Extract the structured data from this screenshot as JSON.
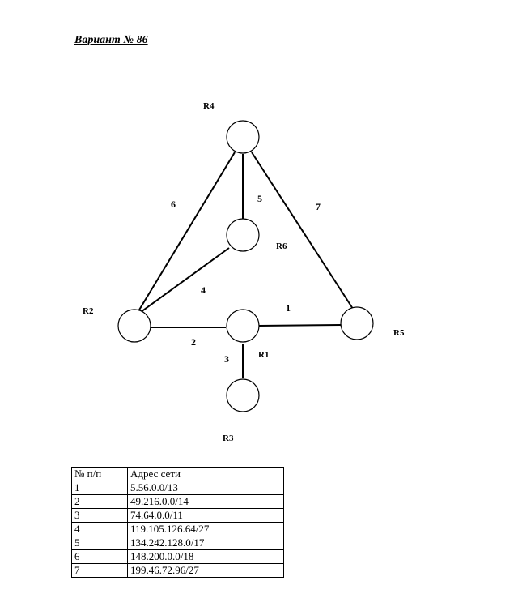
{
  "title": "Вариант № 86",
  "nodes": [
    {
      "id": "R1",
      "label": "R1"
    },
    {
      "id": "R2",
      "label": "R2"
    },
    {
      "id": "R3",
      "label": "R3"
    },
    {
      "id": "R4",
      "label": "R4"
    },
    {
      "id": "R5",
      "label": "R5"
    },
    {
      "id": "R6",
      "label": "R6"
    }
  ],
  "edges": [
    {
      "label": "1",
      "from": "R1",
      "to": "R5"
    },
    {
      "label": "2",
      "from": "R2",
      "to": "R1"
    },
    {
      "label": "3",
      "from": "R1",
      "to": "R3"
    },
    {
      "label": "4",
      "from": "R2",
      "to": "R6"
    },
    {
      "label": "5",
      "from": "R4",
      "to": "R6"
    },
    {
      "label": "6",
      "from": "R4",
      "to": "R2"
    },
    {
      "label": "7",
      "from": "R4",
      "to": "R5"
    }
  ],
  "table": {
    "headers": [
      "№ п/п",
      "Адрес сети"
    ],
    "rows": [
      [
        "1",
        "5.56.0.0/13"
      ],
      [
        "2",
        "49.216.0.0/14"
      ],
      [
        "3",
        "74.64.0.0/11"
      ],
      [
        "4",
        "119.105.126.64/27"
      ],
      [
        "5",
        "134.242.128.0/17"
      ],
      [
        "6",
        "148.200.0.0/18"
      ],
      [
        "7",
        "199.46.72.96/27"
      ]
    ]
  }
}
